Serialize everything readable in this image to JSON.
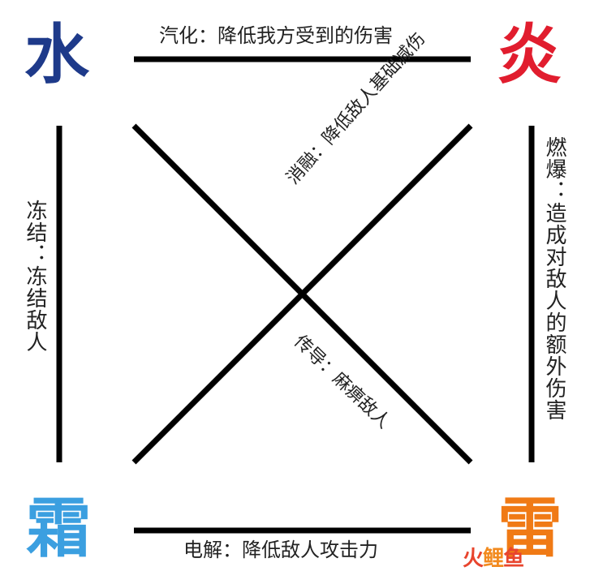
{
  "corners": {
    "water": "水",
    "fire": "炎",
    "frost": "霜",
    "thunder": "雷"
  },
  "reactions": {
    "top": "汽化：降低我方受到的伤害",
    "bottom": "电解：降低敌人攻击力",
    "left": "冻结：冻结敌人",
    "right": "燃爆：造成对敌人的额外伤害",
    "diag_up": "消融：降低敌人基础减伤",
    "diag_down": "传导：麻痹敌人"
  },
  "colors": {
    "water": "#1e3a8a",
    "fire": "#e11d2e",
    "frost": "#3b9fe0",
    "thunder": "#f07a15",
    "line": "#000000"
  },
  "watermark": {
    "part1": "火",
    "part2": "鲤",
    "part3": "鱼"
  }
}
